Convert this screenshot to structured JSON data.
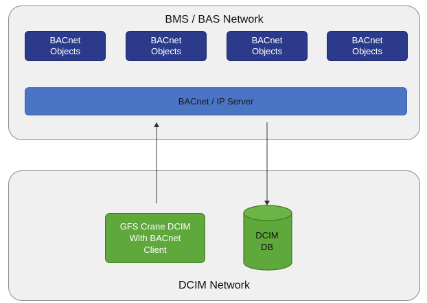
{
  "diagram": {
    "bms_network": {
      "title": "BMS / BAS Network",
      "objects": [
        "BACnet\nObjects",
        "BACnet\nObjects",
        "BACnet\nObjects",
        "BACnet\nObjects"
      ],
      "server": "BACnet / IP Server"
    },
    "dcim_network": {
      "title": "DCIM Network",
      "client": "GFS Crane DCIM\nWith BACnet\nClient",
      "database": "DCIM\nDB"
    }
  },
  "colors": {
    "object_fill": "#2b3a8a",
    "server_fill": "#4a74c4",
    "client_fill": "#5fa83c",
    "db_fill": "#5fa83c",
    "zone_fill": "#f0f0f0"
  }
}
